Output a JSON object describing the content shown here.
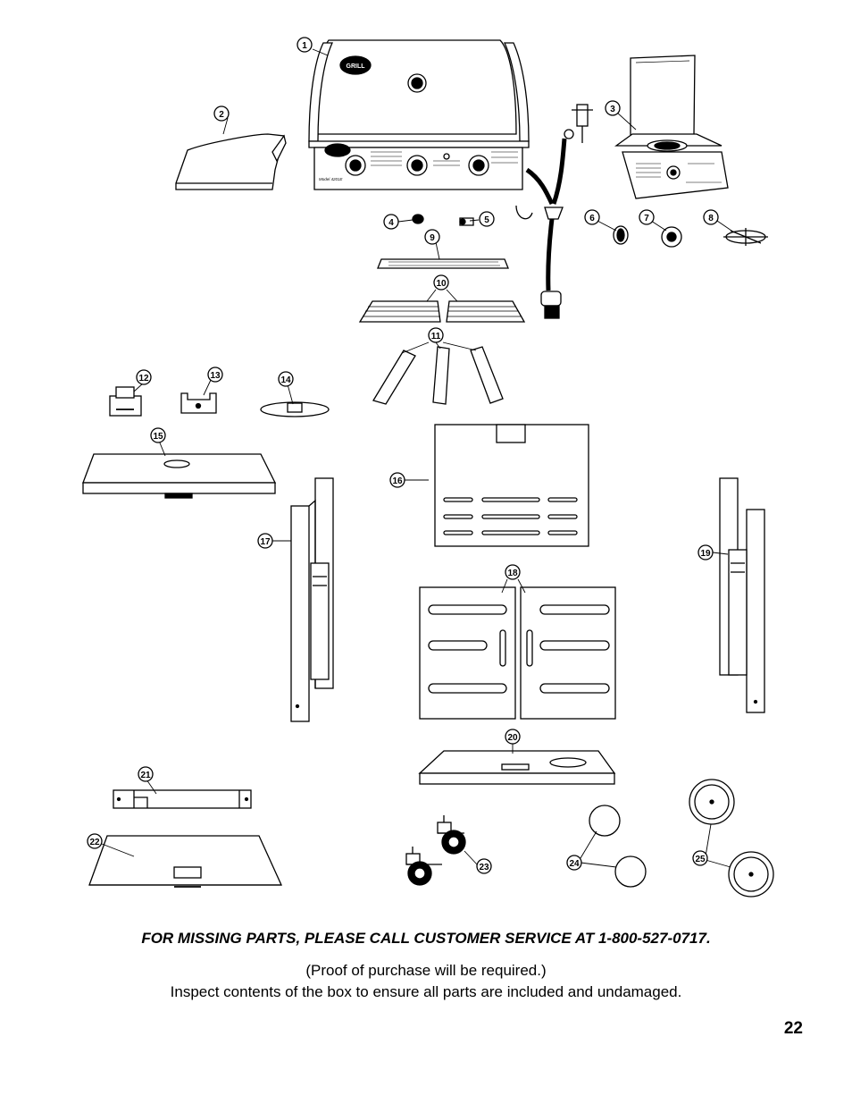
{
  "callouts": [
    "1",
    "2",
    "3",
    "4",
    "5",
    "6",
    "7",
    "8",
    "9",
    "10",
    "11",
    "12",
    "13",
    "14",
    "15",
    "16",
    "17",
    "18",
    "19",
    "20",
    "21",
    "22",
    "23",
    "24",
    "25"
  ],
  "grill_labels": {
    "brand": "GRILL",
    "model": "Model 4201E"
  },
  "footer": {
    "missing_parts": "FOR MISSING PARTS, PLEASE CALL CUSTOMER SERVICE AT 1-800-527-0717.",
    "proof": "(Proof of purchase will be required.)",
    "inspect": "Inspect contents of the box to ensure all parts are included and undamaged."
  },
  "page_number": "22"
}
